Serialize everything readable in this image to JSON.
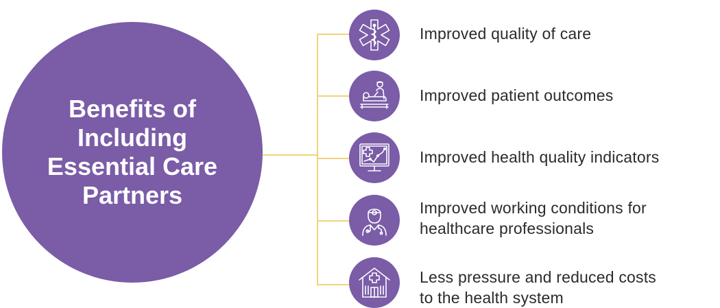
{
  "diagram": {
    "title": "Benefits of\nIncluding\nEssential Care\nPartners",
    "benefits": [
      {
        "label": "Improved quality of care",
        "icon": "medical-star-of-life-icon"
      },
      {
        "label": "Improved patient outcomes",
        "icon": "patient-in-bed-icon"
      },
      {
        "label": "Improved health quality indicators",
        "icon": "health-monitor-chart-icon"
      },
      {
        "label": "Improved working conditions for\nhealthcare professionals",
        "icon": "doctor-icon"
      },
      {
        "label": "Less pressure and reduced costs\nto the health system",
        "icon": "hospital-building-icon"
      }
    ],
    "colors": {
      "primary": "#7a5ca7",
      "connector": "#f2d27a",
      "text": "#2b2b2b"
    }
  }
}
